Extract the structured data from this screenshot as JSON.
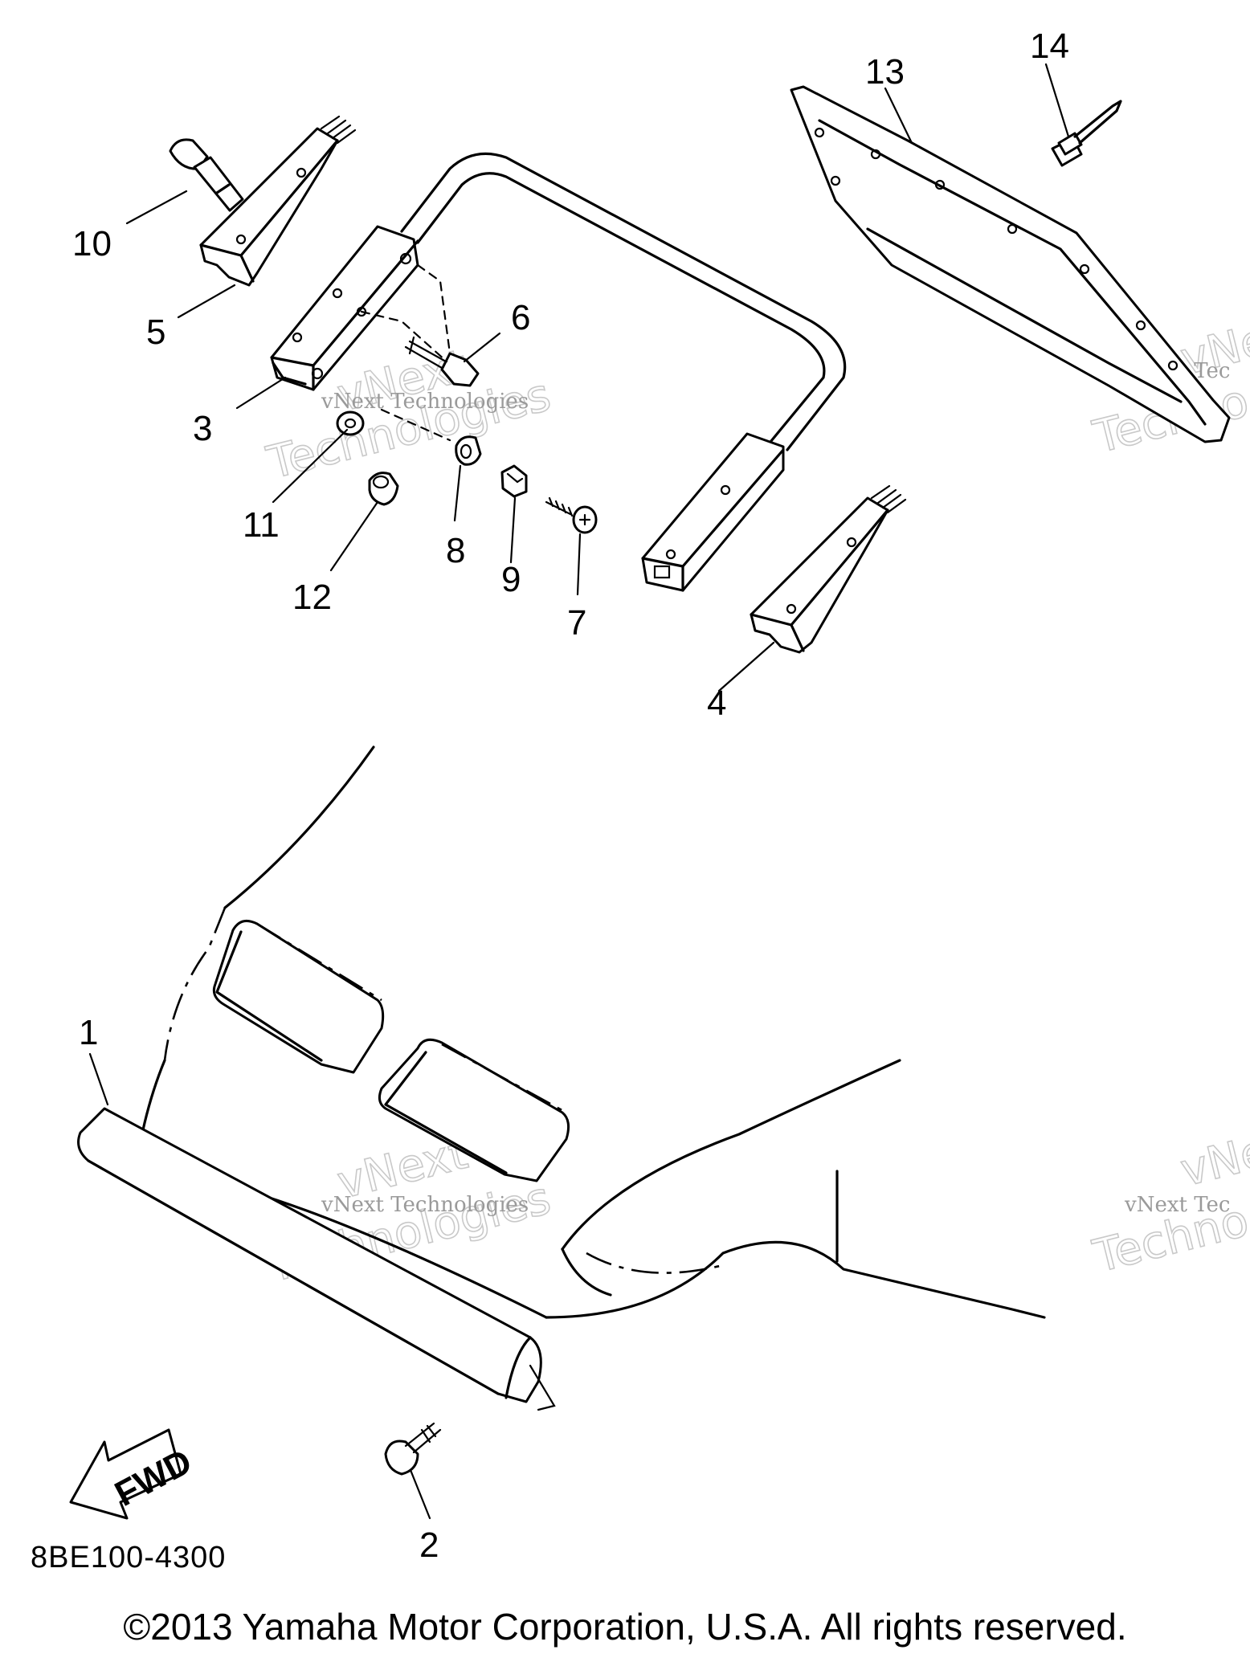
{
  "diagram": {
    "callouts": [
      "1",
      "2",
      "3",
      "4",
      "5",
      "6",
      "7",
      "8",
      "9",
      "10",
      "11",
      "12",
      "13",
      "14"
    ],
    "fwd_label": "FWD",
    "diagram_code": "8BE100-4300",
    "copyright": "©2013 Yamaha Motor Corporation, U.S.A. All rights reserved.",
    "watermark": {
      "brand": "vNext",
      "word": "Technologies",
      "line": "vNext Technologies",
      "partial_line": "vNext Tec",
      "partial_word": "Techno"
    }
  }
}
